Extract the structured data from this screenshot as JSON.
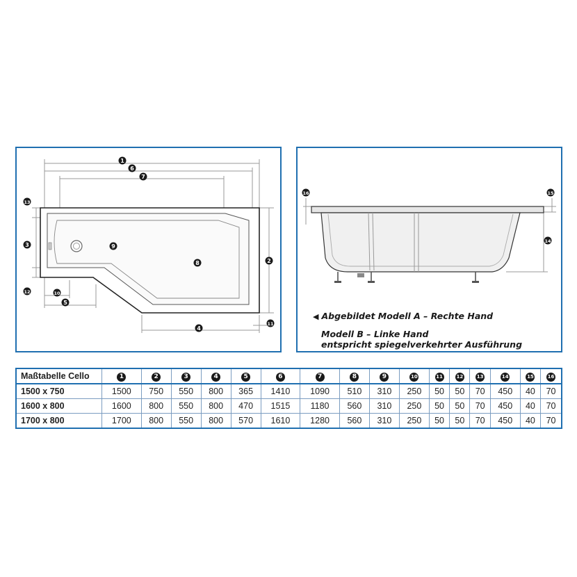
{
  "left_diagram": {
    "markers": [
      "1",
      "6",
      "7",
      "9",
      "8",
      "2",
      "3",
      "13",
      "12",
      "10",
      "5",
      "4",
      "11"
    ]
  },
  "right_diagram": {
    "markers": [
      "16",
      "15",
      "14"
    ],
    "caption_line1": "Abgebildet Modell A – Rechte Hand",
    "caption_line2": "Modell B – Linke Hand",
    "caption_line3": "entspricht spiegelverkehrter Ausführung"
  },
  "table": {
    "title": "Maßtabelle Cello",
    "columns": [
      "1",
      "2",
      "3",
      "4",
      "5",
      "6",
      "7",
      "8",
      "9",
      "10",
      "11",
      "12",
      "13",
      "14",
      "15",
      "16"
    ],
    "rows": [
      {
        "label": "1500 x 750",
        "values": [
          "1500",
          "750",
          "550",
          "800",
          "365",
          "1410",
          "1090",
          "510",
          "310",
          "250",
          "50",
          "50",
          "70",
          "450",
          "40",
          "70"
        ]
      },
      {
        "label": "1600 x 800",
        "values": [
          "1600",
          "800",
          "550",
          "800",
          "470",
          "1515",
          "1180",
          "560",
          "310",
          "250",
          "50",
          "50",
          "70",
          "450",
          "40",
          "70"
        ]
      },
      {
        "label": "1700 x 800",
        "values": [
          "1700",
          "800",
          "550",
          "800",
          "570",
          "1610",
          "1280",
          "560",
          "310",
          "250",
          "50",
          "50",
          "70",
          "450",
          "40",
          "70"
        ]
      }
    ]
  }
}
